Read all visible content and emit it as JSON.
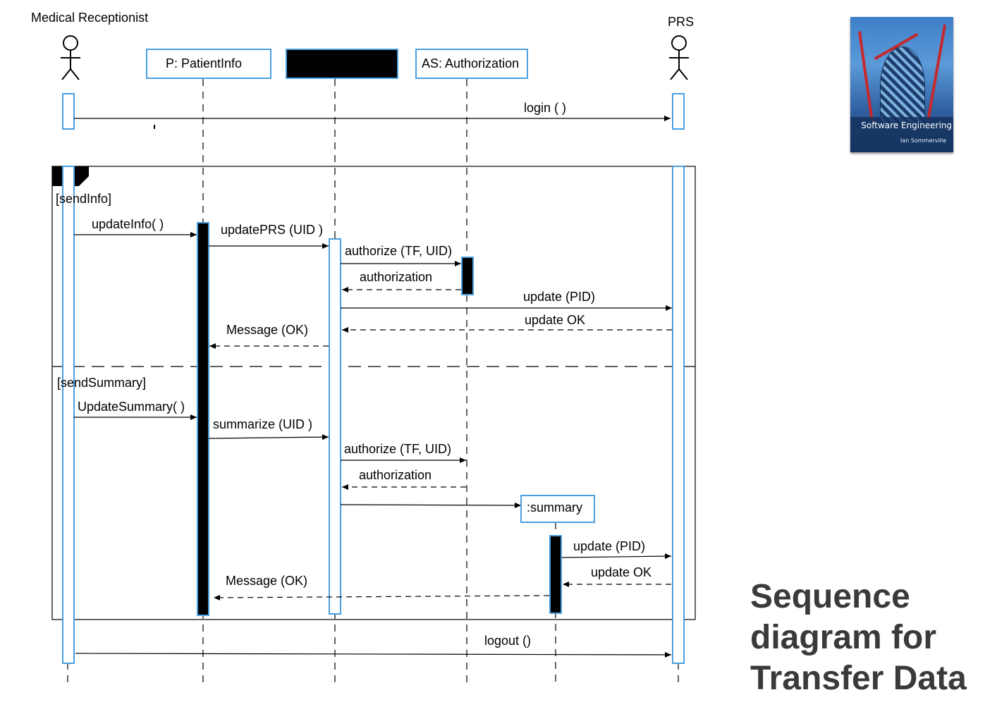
{
  "actors": {
    "receptionist": "Medical Receptionist",
    "prs": "PRS"
  },
  "objects": {
    "patient_info": "P: PatientInfo",
    "hidden_object": "",
    "authorization": "AS: Authorization",
    "summary": ":summary"
  },
  "guards": {
    "send_info": "[sendInfo]",
    "send_summary": "[sendSummary]"
  },
  "messages": {
    "login": "login ( )",
    "update_info": "updateInfo( )",
    "update_prs": "updatePRS (UID )",
    "authorize_1": "authorize (TF, UID)",
    "authorization_1": "authorization",
    "update_pid_1": "update (PID)",
    "update_ok_1": "update OK",
    "message_ok_1": "Message (OK)",
    "update_summary": "UpdateSummary( )",
    "summarize": "summarize (UID )",
    "authorize_2": "authorize (TF, UID)",
    "authorization_2": "authorization",
    "update_pid_2": "update (PID)",
    "update_ok_2": "update OK",
    "message_ok_2": "Message (OK)",
    "logout": "logout ()"
  },
  "book": {
    "title": "Software Engineering",
    "author": "Ian Sommerville"
  },
  "slide_title": {
    "line1": "Sequence",
    "line2": "diagram for",
    "line3": "Transfer Data"
  },
  "colors": {
    "lifeline_box": "#4a9fe0",
    "activation_dark": "#000000",
    "title_text": "#3a3a3a"
  }
}
